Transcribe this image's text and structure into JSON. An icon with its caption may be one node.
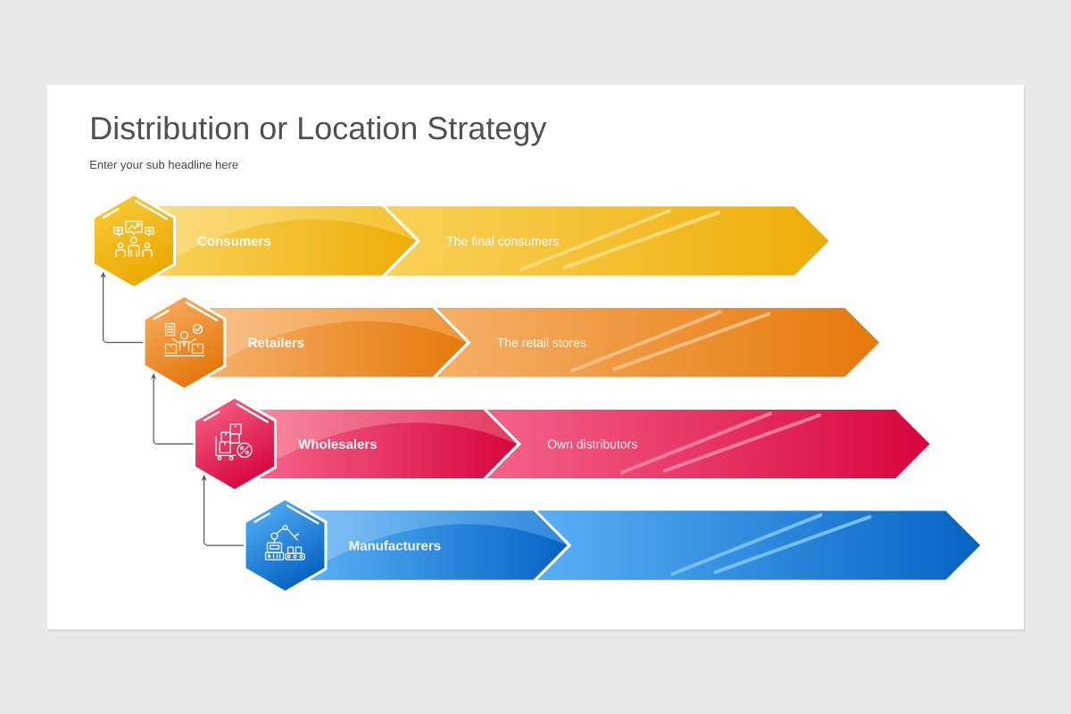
{
  "diagram": {
    "title": "Distribution or Location Strategy",
    "nodes": [
      {
        "text": [],
        "shape": "hexagon"
      },
      {
        "text": [
          "Consumers"
        ]
      },
      {
        "text": [
          "The final consumers"
        ]
      },
      {
        "text": [],
        "shape": "hexagon"
      },
      {
        "text": [
          "Retailers"
        ]
      },
      {
        "text": [
          "The retail stores"
        ]
      },
      {
        "text": [],
        "shape": "hexagon"
      },
      {
        "text": [
          "Wholesalers"
        ]
      },
      {
        "text": [
          "Own distributors"
        ]
      },
      {
        "text": [],
        "shape": "hexagon"
      },
      {
        "text": [
          "Manufacturers"
        ]
      },
      {
        "text": [],
        "shape": "chevron"
      }
    ],
    "edges": [
      {
        "from": 3,
        "to": 0,
        "arrow": "to"
      },
      {
        "from": 6,
        "to": 3,
        "arrow": "to"
      },
      {
        "from": 9,
        "to": 6,
        "arrow": "to"
      }
    ],
    "labels": [
      "Enter your sub headline here"
    ]
  }
}
